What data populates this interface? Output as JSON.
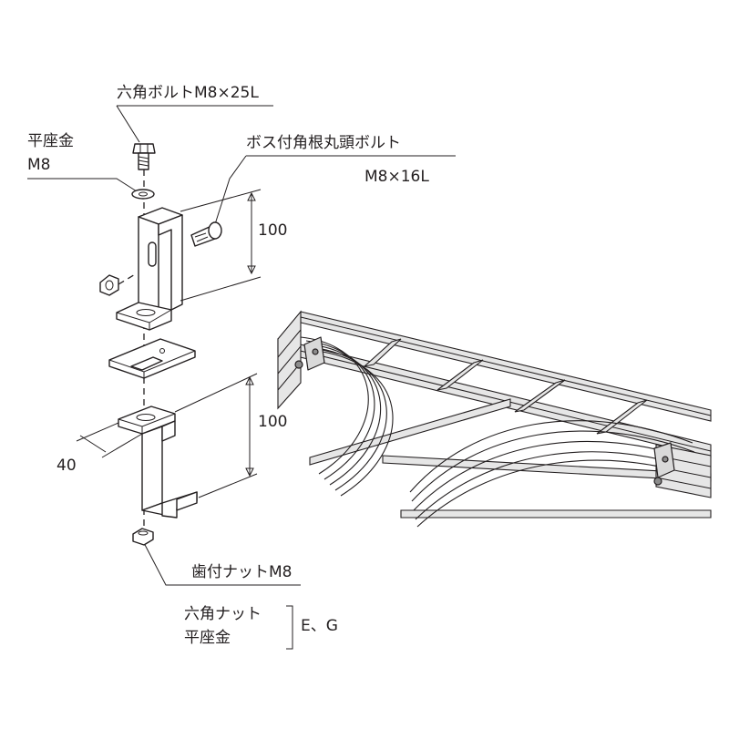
{
  "labels": {
    "hex_bolt": "六角ボルトM8×25L",
    "flat_washer_line1": "平座金",
    "flat_washer_line2": "M8",
    "boss_bolt": "ボス付角根丸頭ボルト",
    "boss_bolt_size": "M8×16L",
    "dim_upper": "100",
    "dim_lower": "100",
    "dim_width": "40",
    "toothed_nut": "歯付ナットM8",
    "alt_line1": "六角ナット",
    "alt_line2": "平座金",
    "alt_types": "E、G"
  }
}
